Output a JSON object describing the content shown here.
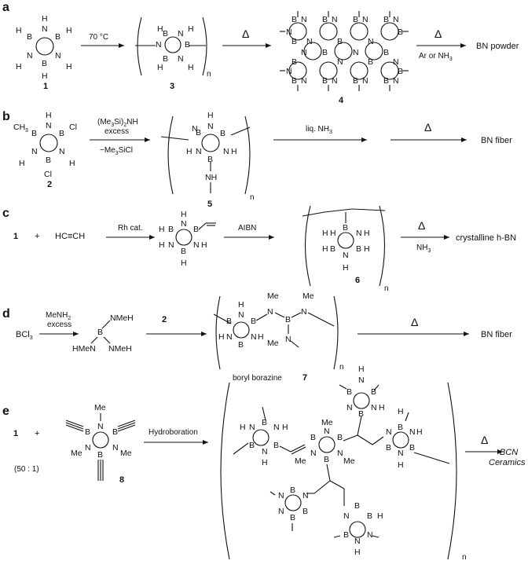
{
  "panels": {
    "a": {
      "letter": "a",
      "compound_1": "1",
      "condition_1": "70 °C",
      "compound_3": "3",
      "delta_1": "Δ",
      "compound_4": "4",
      "delta_2": "Δ",
      "condition_2": "Ar or NH",
      "condition_2_sub": "3",
      "product": "BN powder",
      "repeat": "n"
    },
    "b": {
      "letter": "b",
      "compound_2": "2",
      "reagent_top_a": "(Me",
      "reagent_top_sub1": "3",
      "reagent_top_b": "Si)",
      "reagent_top_sub2": "2",
      "reagent_top_c": "NH",
      "reagent_mid": "excess",
      "reagent_bottom_a": "−Me",
      "reagent_bottom_sub": "3",
      "reagent_bottom_b": "SiCl",
      "compound_5": "5",
      "condition_2": "liq. NH",
      "condition_2_sub": "3",
      "delta": "Δ",
      "product": "BN fiber",
      "repeat": "n"
    },
    "c": {
      "letter": "c",
      "compound_1": "1",
      "plus": "+",
      "acetylene": "HC≡CH",
      "catalyst": "Rh cat.",
      "initiator": "AIBN",
      "compound_6": "6",
      "delta": "Δ",
      "condition": "NH",
      "condition_sub": "3",
      "product": "crystalline h-BN",
      "repeat": "n"
    },
    "d": {
      "letter": "d",
      "start_a": "BCl",
      "start_sub": "3",
      "reagent_a": "MeNH",
      "reagent_sub": "2",
      "reagent_b": "excess",
      "compound_2": "2",
      "polymer_label": "boryl borazine",
      "compound_7": "7",
      "delta": "Δ",
      "product": "BN fiber",
      "repeat": "n"
    },
    "e": {
      "letter": "e",
      "compound_1": "1",
      "plus": "+",
      "ratio": "(50 : 1)",
      "compound_8": "8",
      "step": "Hydroboration",
      "delta": "Δ",
      "product_1": "BCN",
      "product_2": "Ceramics",
      "repeat": "n"
    }
  }
}
